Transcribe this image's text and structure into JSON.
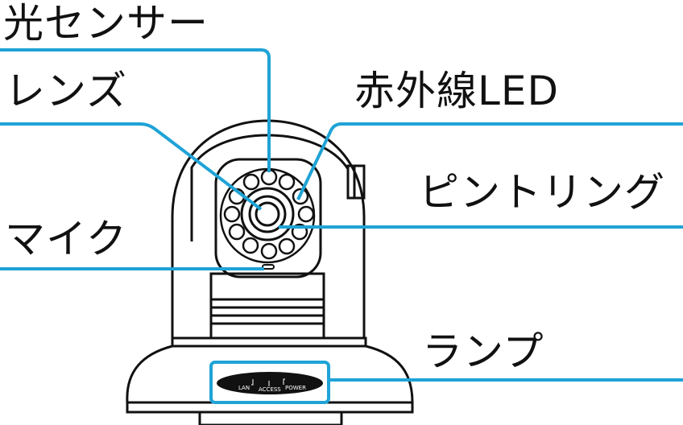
{
  "labels": {
    "light_sensor": "光センサー",
    "lens": "レンズ",
    "ir_led": "赤外線LED",
    "focus_ring": "ピントリング",
    "mic": "マイク",
    "lamp": "ランプ"
  },
  "indicators": {
    "lan": "LAN",
    "access": "ACCESS",
    "power": "POWER"
  },
  "colors": {
    "leader_line": "#1fa3d6",
    "outline": "#111111",
    "indicator_panel": "#111111"
  }
}
